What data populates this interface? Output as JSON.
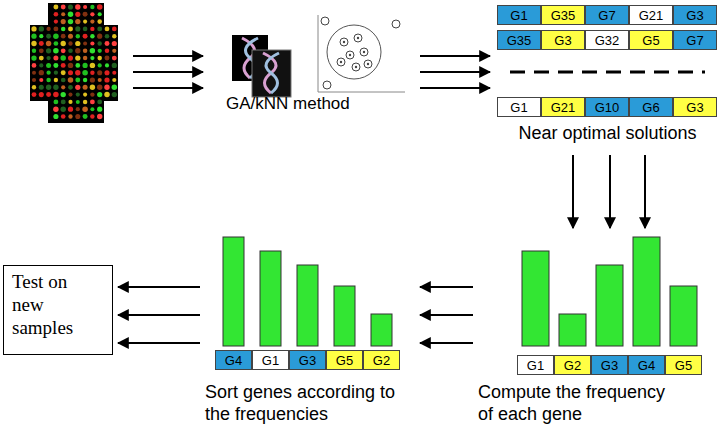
{
  "diagram": {
    "nodes": [
      {
        "text": [
          "GA/kNN method"
        ]
      },
      {
        "text": [
          "Near optimal solutions"
        ]
      },
      {
        "text": [
          "G1"
        ],
        "in": 1
      },
      {
        "text": [
          "G35"
        ],
        "in": 1
      },
      {
        "text": [
          "G7"
        ],
        "in": 1
      },
      {
        "text": [
          "G21"
        ],
        "in": 1
      },
      {
        "text": [
          "G3"
        ],
        "in": 1
      },
      {
        "text": [
          "G35"
        ],
        "in": 1
      },
      {
        "text": [
          "G3"
        ],
        "in": 1
      },
      {
        "text": [
          "G32"
        ],
        "in": 1
      },
      {
        "text": [
          "G5"
        ],
        "in": 1
      },
      {
        "text": [
          "G7"
        ],
        "in": 1
      },
      {
        "text": [
          "G1"
        ],
        "in": 1
      },
      {
        "text": [
          "G21"
        ],
        "in": 1
      },
      {
        "text": [
          "G10"
        ],
        "in": 1
      },
      {
        "text": [
          "G6"
        ],
        "in": 1
      },
      {
        "text": [
          "G3"
        ],
        "in": 1
      },
      {
        "text": [
          "Compute the frequency of each gene"
        ]
      },
      {
        "text": [
          "G1"
        ],
        "in": 17
      },
      {
        "text": [
          "G2"
        ],
        "in": 17
      },
      {
        "text": [
          "G3"
        ],
        "in": 17
      },
      {
        "text": [
          "G4"
        ],
        "in": 17
      },
      {
        "text": [
          "G5"
        ],
        "in": 17
      },
      {
        "text": [
          "Sort genes according to the frequencies"
        ]
      },
      {
        "text": [
          "G4"
        ],
        "in": 23
      },
      {
        "text": [
          "G1"
        ],
        "in": 23
      },
      {
        "text": [
          "G3"
        ],
        "in": 23
      },
      {
        "text": [
          "G5"
        ],
        "in": 23
      },
      {
        "text": [
          "G2"
        ],
        "in": 23
      },
      {
        "text": [
          "Test on new samples"
        ]
      }
    ],
    "edges": [
      {
        "from": 0,
        "to": 1,
        "arrow": "to"
      },
      {
        "from": 0,
        "to": 1,
        "arrow": "to"
      },
      {
        "from": 0,
        "to": 1,
        "arrow": "to"
      },
      {
        "from": 1,
        "to": 17,
        "arrow": "to"
      },
      {
        "from": 1,
        "to": 17,
        "arrow": "to"
      },
      {
        "from": 1,
        "to": 17,
        "arrow": "to"
      },
      {
        "from": 17,
        "to": 23,
        "arrow": "to"
      },
      {
        "from": 17,
        "to": 23,
        "arrow": "to"
      },
      {
        "from": 17,
        "to": 23,
        "arrow": "to"
      },
      {
        "from": 23,
        "to": 29,
        "arrow": "to"
      },
      {
        "from": 23,
        "to": 29,
        "arrow": "to"
      },
      {
        "from": 23,
        "to": 29,
        "arrow": "to"
      }
    ]
  }
}
